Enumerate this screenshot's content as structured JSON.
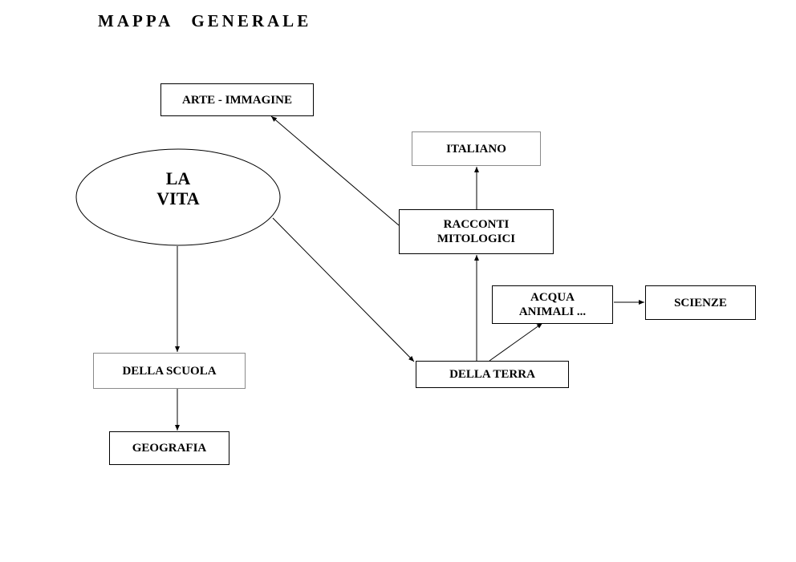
{
  "title": "MAPPA    GENERALE",
  "central_node": "LA\nVITA",
  "nodes": {
    "arte": "ARTE - IMMAGINE",
    "italiano": "ITALIANO",
    "racconti": "RACCONTI\nMITOLOGICI",
    "acqua": "ACQUA\nANIMALI ...",
    "scienze": "SCIENZE",
    "della_scuola": "DELLA SCUOLA",
    "della_terra": "DELLA TERRA",
    "geografia": "GEOGRAFIA"
  }
}
